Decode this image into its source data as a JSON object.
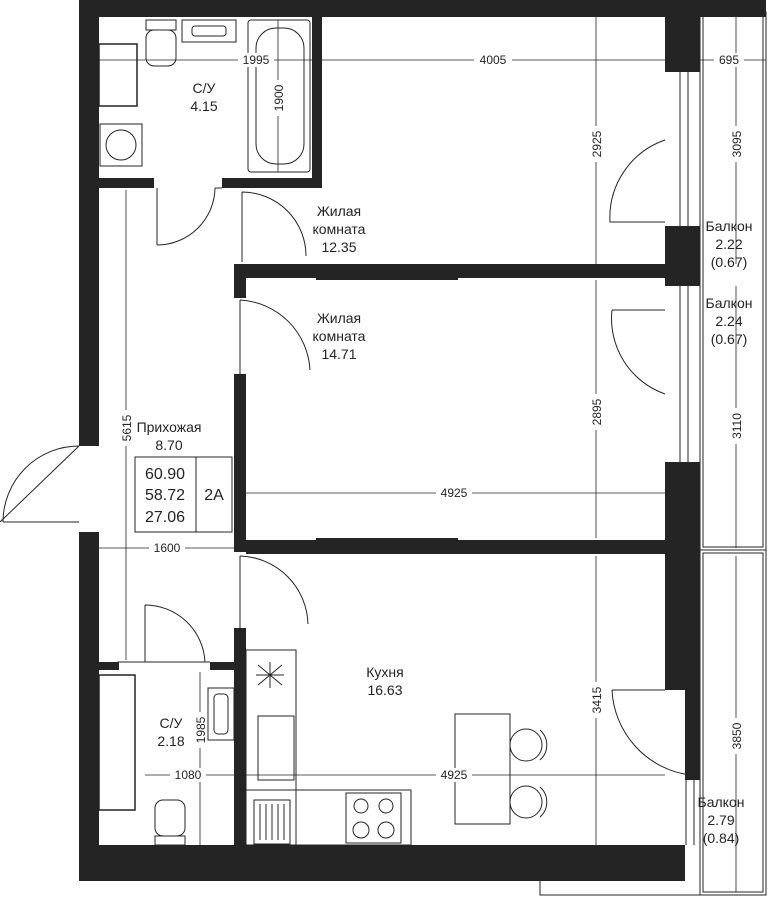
{
  "rooms": {
    "bathroom1": {
      "name": "С/У",
      "area": "4.15"
    },
    "living1": {
      "name1": "Жилая",
      "name2": "комната",
      "area": "12.35"
    },
    "living2": {
      "name1": "Жилая",
      "name2": "комната",
      "area": "14.71"
    },
    "hall": {
      "name": "Прихожая",
      "area": "8.70"
    },
    "bathroom2": {
      "name": "С/У",
      "area": "2.18"
    },
    "kitchen": {
      "name": "Кухня",
      "area": "16.63"
    },
    "balcony1": {
      "name": "Балкон",
      "area": "2.22",
      "coef": "(0.67)"
    },
    "balcony2": {
      "name": "Балкон",
      "area": "2.24",
      "coef": "(0.67)"
    },
    "balcony3": {
      "name": "Балкон",
      "area": "2.79",
      "coef": "(0.84)"
    }
  },
  "summary": {
    "total_area": "60.90",
    "living_total": "58.72",
    "living_area": "27.06",
    "apt_type": "2А"
  },
  "dimensions": {
    "bath_width": "1995",
    "tub_length": "1900",
    "room1_width": "4005",
    "room1_depth": "2925",
    "balcony_width": "695",
    "balcony1_length": "3095",
    "hall_length": "5615",
    "room2_depth": "2895",
    "room2_width": "4925",
    "balcony2_length": "3110",
    "hall_width": "1600",
    "bath2_depth": "1985",
    "bath2_width": "1080",
    "kitchen_width": "4925",
    "kitchen_depth": "3415",
    "balcony3_length": "3850"
  }
}
